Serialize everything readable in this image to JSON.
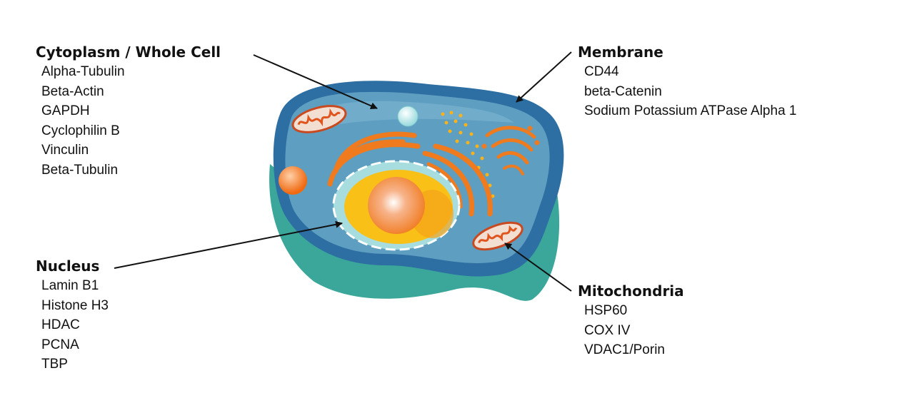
{
  "labels": {
    "cytoplasm": {
      "title": "Cytoplasm / Whole Cell",
      "items": [
        "Alpha-Tubulin",
        "Beta-Actin",
        "GAPDH",
        "Cyclophilin B",
        "Vinculin",
        "Beta-Tubulin"
      ]
    },
    "nucleus": {
      "title": "Nucleus",
      "items": [
        "Lamin B1",
        "Histone H3",
        "HDAC",
        "PCNA",
        "TBP"
      ]
    },
    "membrane": {
      "title": "Membrane",
      "items": [
        "CD44",
        "beta-Catenin",
        "Sodium Potassium ATPase Alpha 1"
      ]
    },
    "mitochondria": {
      "title": "Mitochondria",
      "items": [
        "HSP60",
        "COX IV",
        "VDAC1/Porin"
      ]
    }
  },
  "colors": {
    "cell_outer": "#2d6ea3",
    "cytoplasm": "#5d9ec1",
    "cell_side": "#3aa79a",
    "organelle_orange": "#f07a1e",
    "nucleus_yellow": "#f9c017",
    "nuclear_envelope": "#a8dde0",
    "mito_fill": "#f3dfd2",
    "arrow": "#111111"
  }
}
